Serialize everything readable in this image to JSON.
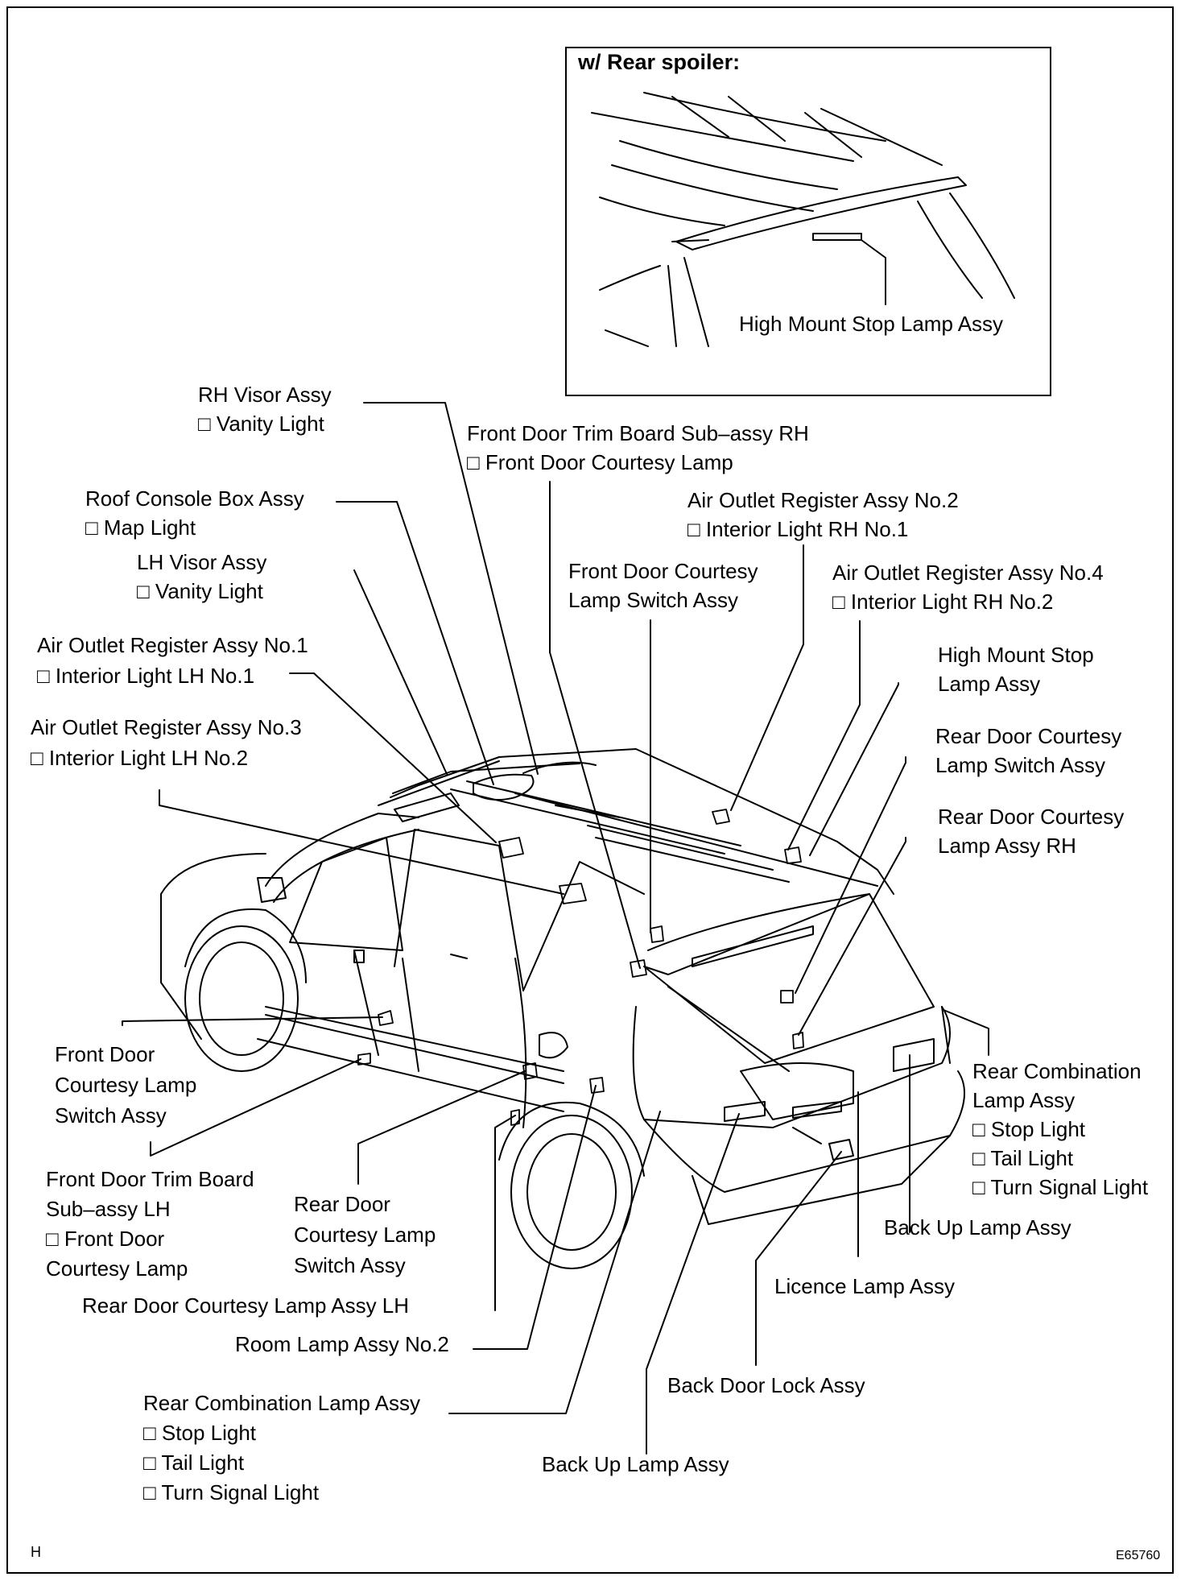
{
  "inset": {
    "title": "w/ Rear spoiler:",
    "label": "High Mount Stop Lamp Assy"
  },
  "labels": [
    {
      "id": "rh-visor",
      "lines": [
        "RH Visor Assy",
        "□ Vanity Light"
      ]
    },
    {
      "id": "front-door-trim-rh",
      "lines": [
        "Front Door Trim Board Sub–assy RH",
        "□ Front Door Courtesy Lamp"
      ]
    },
    {
      "id": "roof-console",
      "lines": [
        "Roof Console Box Assy",
        "□ Map Light"
      ]
    },
    {
      "id": "air-outlet-2",
      "lines": [
        "Air Outlet Register Assy No.2",
        "□ Interior Light RH No.1"
      ]
    },
    {
      "id": "lh-visor",
      "lines": [
        "LH Visor Assy",
        "□ Vanity Light"
      ]
    },
    {
      "id": "front-door-courtesy-switch-top",
      "lines": [
        "Front Door Courtesy",
        "Lamp Switch Assy"
      ]
    },
    {
      "id": "air-outlet-4",
      "lines": [
        "Air Outlet Register Assy No.4",
        "□ Interior Light RH No.2"
      ]
    },
    {
      "id": "air-outlet-1",
      "lines": [
        "Air Outlet Register Assy No.1",
        "□ Interior Light LH No.1"
      ]
    },
    {
      "id": "high-mount-stop",
      "lines": [
        "High Mount Stop",
        "Lamp Assy"
      ]
    },
    {
      "id": "air-outlet-3",
      "lines": [
        "Air Outlet Register Assy No.3",
        "□ Interior Light LH No.2"
      ]
    },
    {
      "id": "rear-door-courtesy-switch-right",
      "lines": [
        "Rear Door Courtesy",
        "Lamp Switch Assy"
      ]
    },
    {
      "id": "rear-door-courtesy-lamp-rh",
      "lines": [
        "Rear Door Courtesy",
        "Lamp Assy RH"
      ]
    },
    {
      "id": "front-door-courtesy-switch-left",
      "lines": [
        "Front Door",
        "Courtesy Lamp",
        "Switch Assy"
      ]
    },
    {
      "id": "rear-combination-right",
      "lines": [
        "Rear Combination",
        "Lamp Assy",
        "□ Stop Light",
        "□ Tail Light",
        "□ Turn Signal Light"
      ]
    },
    {
      "id": "front-door-trim-lh",
      "lines": [
        "Front Door Trim Board",
        "Sub–assy LH",
        "□  Front Door",
        "Courtesy Lamp"
      ]
    },
    {
      "id": "rear-door-courtesy-switch-left",
      "lines": [
        "Rear Door",
        "Courtesy Lamp",
        "Switch Assy"
      ]
    },
    {
      "id": "back-up-lamp-right",
      "lines": [
        "Back Up Lamp Assy"
      ]
    },
    {
      "id": "rear-door-courtesy-lamp-lh",
      "lines": [
        "Rear Door Courtesy Lamp Assy LH"
      ]
    },
    {
      "id": "licence-lamp",
      "lines": [
        "Licence Lamp Assy"
      ]
    },
    {
      "id": "room-lamp-2",
      "lines": [
        "Room Lamp Assy No.2"
      ]
    },
    {
      "id": "back-door-lock",
      "lines": [
        "Back Door Lock Assy"
      ]
    },
    {
      "id": "rear-combination-left",
      "lines": [
        "Rear Combination Lamp Assy",
        "□ Stop Light",
        "□ Tail Light",
        "□ Turn Signal Light"
      ]
    },
    {
      "id": "back-up-lamp-bottom",
      "lines": [
        "Back Up Lamp Assy"
      ]
    }
  ],
  "corner_left": "H",
  "corner_right": "E65760"
}
